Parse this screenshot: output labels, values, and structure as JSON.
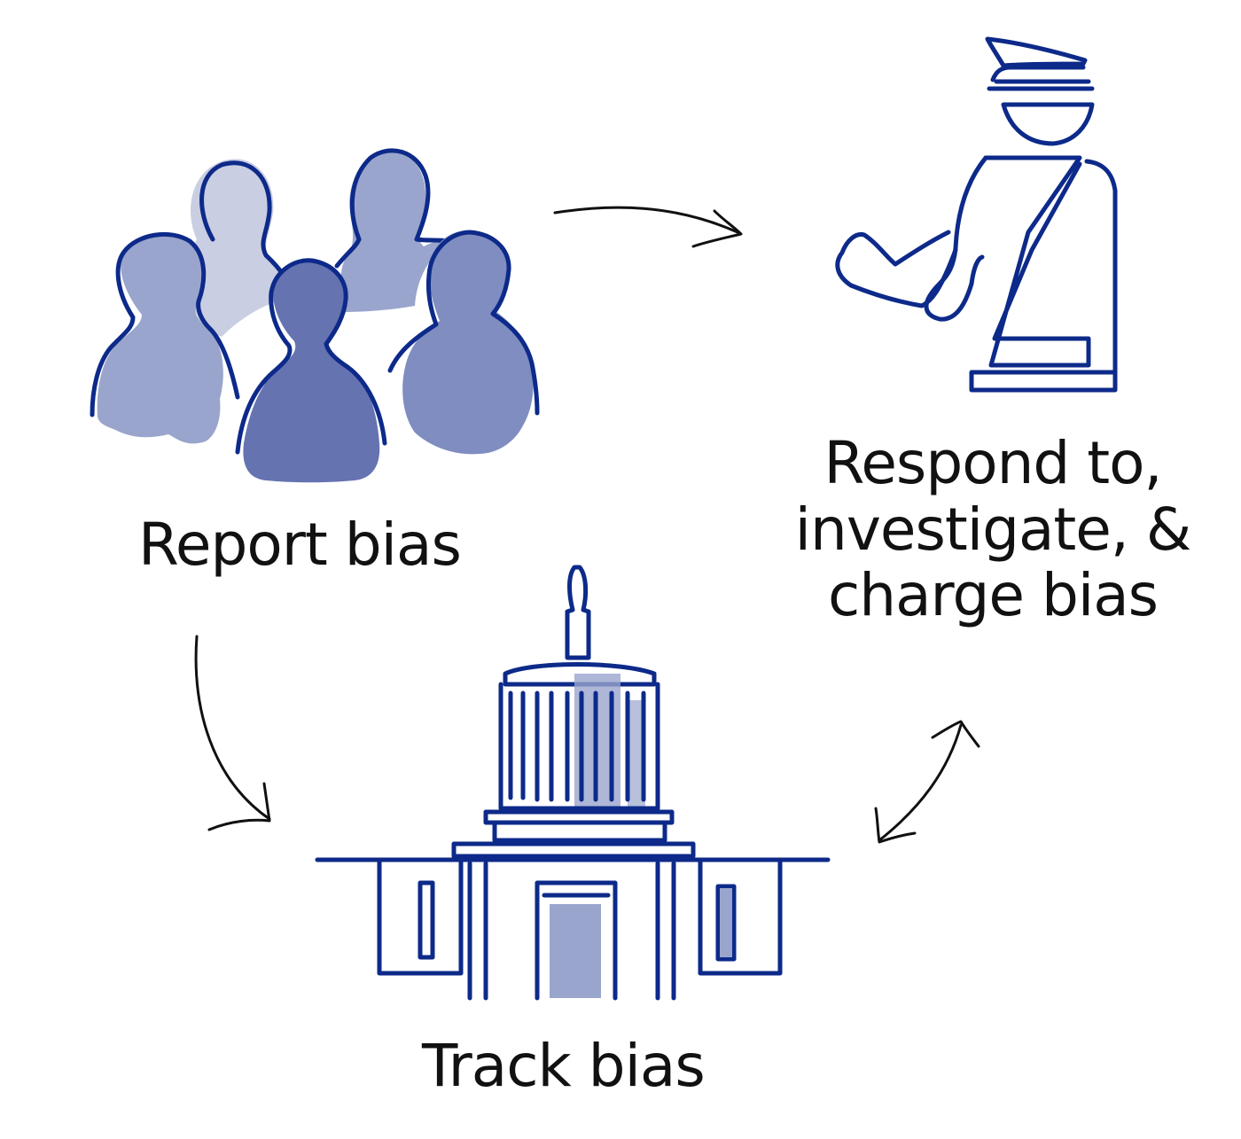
{
  "nodes": {
    "report": {
      "label": "Report bias"
    },
    "respond": {
      "label": "Respond to, investigate, & charge bias"
    },
    "track": {
      "label": "Track bias"
    }
  },
  "colors": {
    "ink": "#0d2a8a",
    "fill_light": "#c9cee2",
    "fill_mid": "#9aa5cd",
    "fill_dark": "#6673b1",
    "arrow": "#111111",
    "text": "#111111"
  },
  "icons": {
    "report": "people-group-icon",
    "respond": "police-officer-icon",
    "track": "capitol-building-icon"
  },
  "edges": [
    {
      "from": "report",
      "to": "respond",
      "direction": "one-way"
    },
    {
      "from": "report",
      "to": "track",
      "direction": "one-way"
    },
    {
      "from": "track",
      "to": "respond",
      "direction": "two-way"
    }
  ]
}
